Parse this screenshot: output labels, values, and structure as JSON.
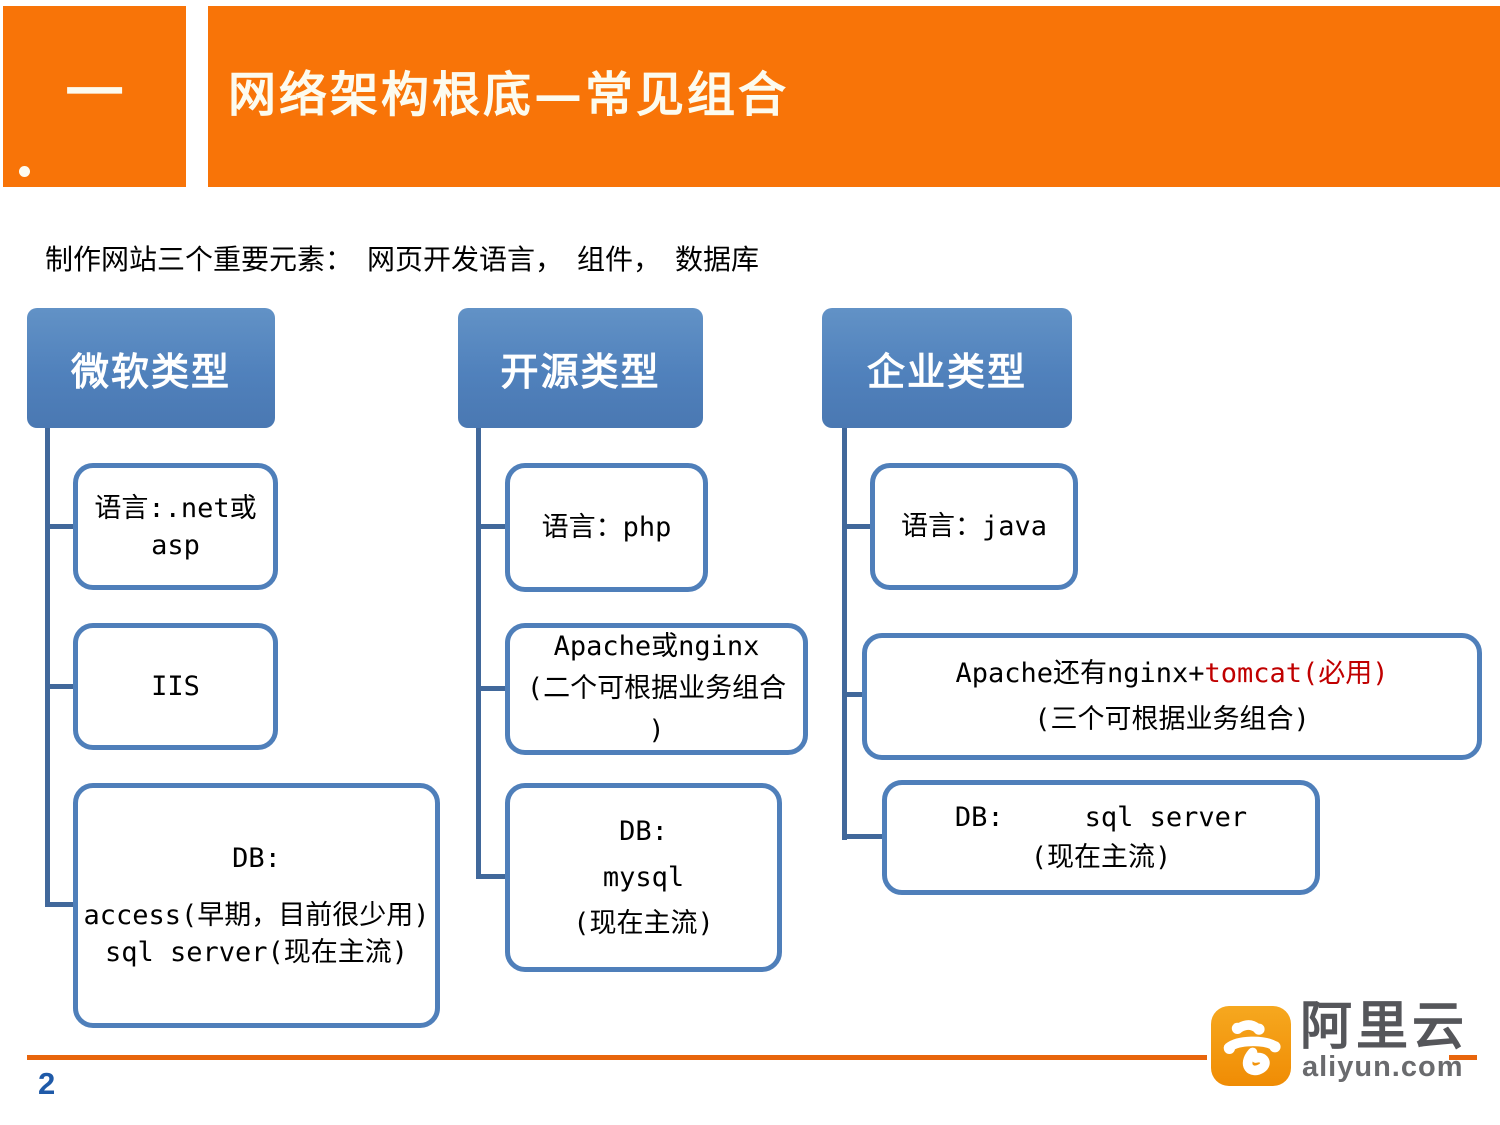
{
  "header": {
    "section_index": "一",
    "title": "网络架构根底—常见组合"
  },
  "subtitle": "制作网站三个重要元素：　网页开发语言，　组件，　数据库",
  "diagram": {
    "columns": [
      {
        "title": "微软类型",
        "children": [
          {
            "lines": [
              "语言:.net或",
              "asp"
            ]
          },
          {
            "lines": [
              "IIS"
            ]
          },
          {
            "lines": [
              "DB:",
              "access(早期，目前很少用)",
              "sql server(现在主流)"
            ]
          }
        ]
      },
      {
        "title": "开源类型",
        "children": [
          {
            "lines": [
              "语言：php"
            ]
          },
          {
            "lines": [
              "Apache或nginx",
              "(二个可根据业务组合",
              ")"
            ]
          },
          {
            "lines": [
              "DB:",
              "mysql",
              "(现在主流)"
            ]
          }
        ]
      },
      {
        "title": "企业类型",
        "children": [
          {
            "lines": [
              "语言：java"
            ]
          },
          {
            "line1_black": "Apache还有nginx+",
            "line1_red": "tomcat(必用)",
            "line2": "(三个可根据业务组合)"
          },
          {
            "lines": [
              "DB:　　　sql server",
              "(现在主流)"
            ]
          }
        ]
      }
    ]
  },
  "footer": {
    "page_number": "2",
    "logo_cn": "阿里云",
    "logo_domain": "aliyun.com"
  },
  "colors": {
    "accent_orange": "#F87408",
    "rule_orange": "#E8650C",
    "node_fill_blue": "#5081BC",
    "node_border_blue": "#4F7FBA",
    "connector_blue": "#41689B",
    "highlight_red": "#C00000",
    "page_number_blue": "#1F5AA8",
    "logo_orange": "#F08C04"
  },
  "icons": {
    "bullet_dot": "small-white-circle",
    "aliyun_cloud": "stylized-cloud-glyph"
  }
}
